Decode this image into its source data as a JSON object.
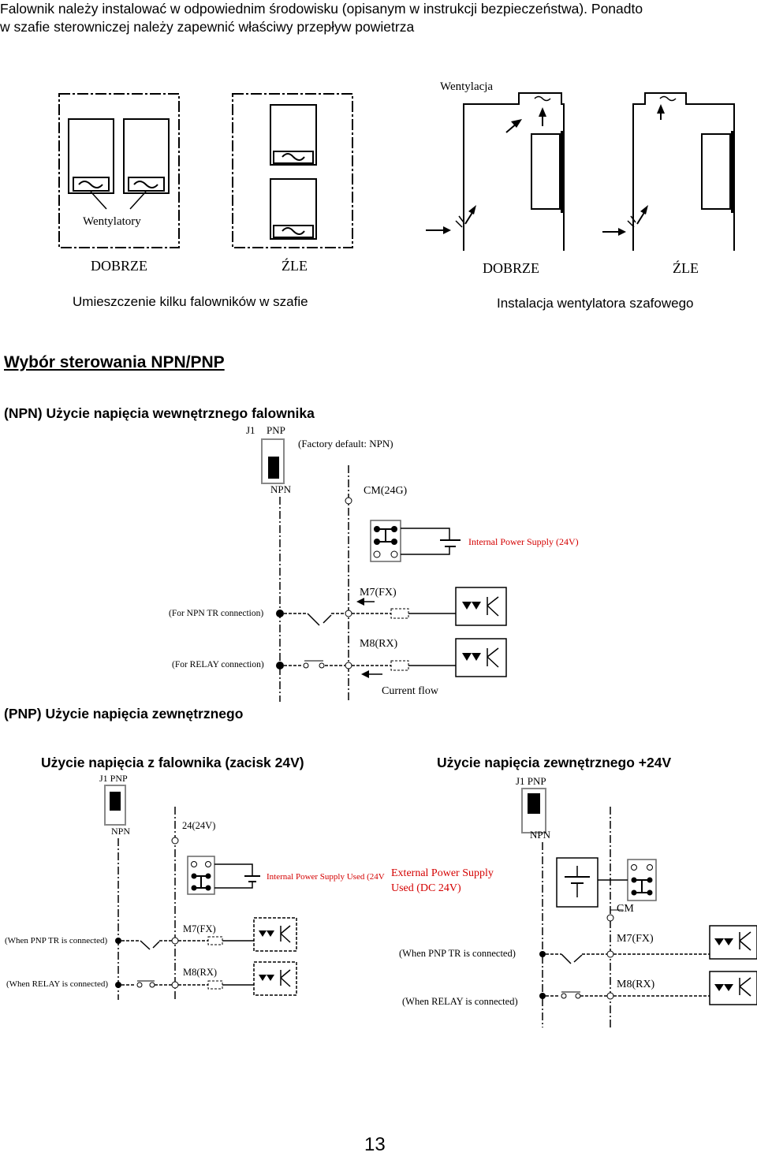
{
  "intro": {
    "line1": "Falownik należy instalować w odpowiednim środowisku (opisanym w instrukcji bezpieczeństwa). Ponadto",
    "line2": "w szafie sterowniczej należy zapewnić właściwy przepływ powietrza"
  },
  "fig1": {
    "fans_label": "Wentylatory",
    "good": "DOBRZE",
    "bad": "ŹLE",
    "caption": "Umieszczenie kilku falowników w szafie"
  },
  "fig2": {
    "ventilation_label": "Wentylacja",
    "good": "DOBRZE",
    "bad": "ŹLE",
    "caption": "Instalacja wentylatora szafowego"
  },
  "section_title": "Wybór sterowania NPN/PNP",
  "npn": {
    "heading": "(NPN) Użycie napięcia wewnętrznego falownika",
    "j1": "J1",
    "pnp": "PNP",
    "npn": "NPN",
    "factory_default": "(Factory default: NPN)",
    "cm": "CM(24G)",
    "internal_supply": "Internal Power Supply (24V)",
    "m7": "M7(FX)",
    "m8": "M8(RX)",
    "tr_conn": "(For NPN TR connection)",
    "relay_conn": "(For RELAY connection)",
    "current_flow": "Current flow"
  },
  "pnp_heading": "(PNP) Użycie napięcia zewnętrznego",
  "pnp_internal": {
    "heading": "Użycie napięcia z falownika (zacisk 24V)",
    "j1pnp": "J1 PNP",
    "npn": "NPN",
    "terminal_24": "24(24V)",
    "internal_supply": "Internal Power Supply Used (24V",
    "m7": "M7(FX)",
    "m8": "M8(RX)",
    "tr_conn": "(When PNP TR is connected)",
    "relay_conn": "(When RELAY is connected)"
  },
  "pnp_external": {
    "heading": "Użycie napięcia zewnętrznego +24V",
    "j1pnp": "J1 PNP",
    "npn": "NPN",
    "ext1": "External Power Supply",
    "ext2": "Used (DC 24V)",
    "cm": "CM",
    "m7": "M7(FX)",
    "m8": "M8(RX)",
    "tr_conn": "(When PNP TR is connected)",
    "relay_conn": "(When RELAY is connected)"
  },
  "page_number": "13",
  "colors": {
    "supply_text": "#d40000",
    "ink": "#000000"
  }
}
